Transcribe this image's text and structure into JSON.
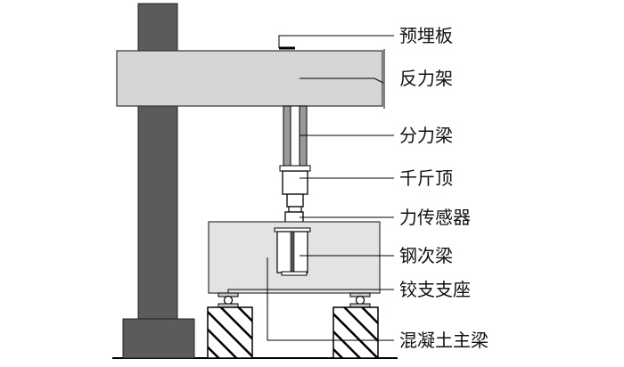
{
  "diagram": {
    "labels": {
      "embedded_plate": "预埋板",
      "reaction_frame": "反力架",
      "distribution_beam": "分力梁",
      "jack": "千斤顶",
      "force_sensor": "力传感器",
      "steel_secondary_beam": "钢次梁",
      "hinge_support": "铰支支座",
      "concrete_main_beam": "混凝土主梁"
    },
    "colors": {
      "column": "#5b5b5b",
      "frame": "#d6d6d6",
      "concrete": "#e3e3e3",
      "line": "#000000",
      "steel": "#8a8a8a"
    }
  }
}
